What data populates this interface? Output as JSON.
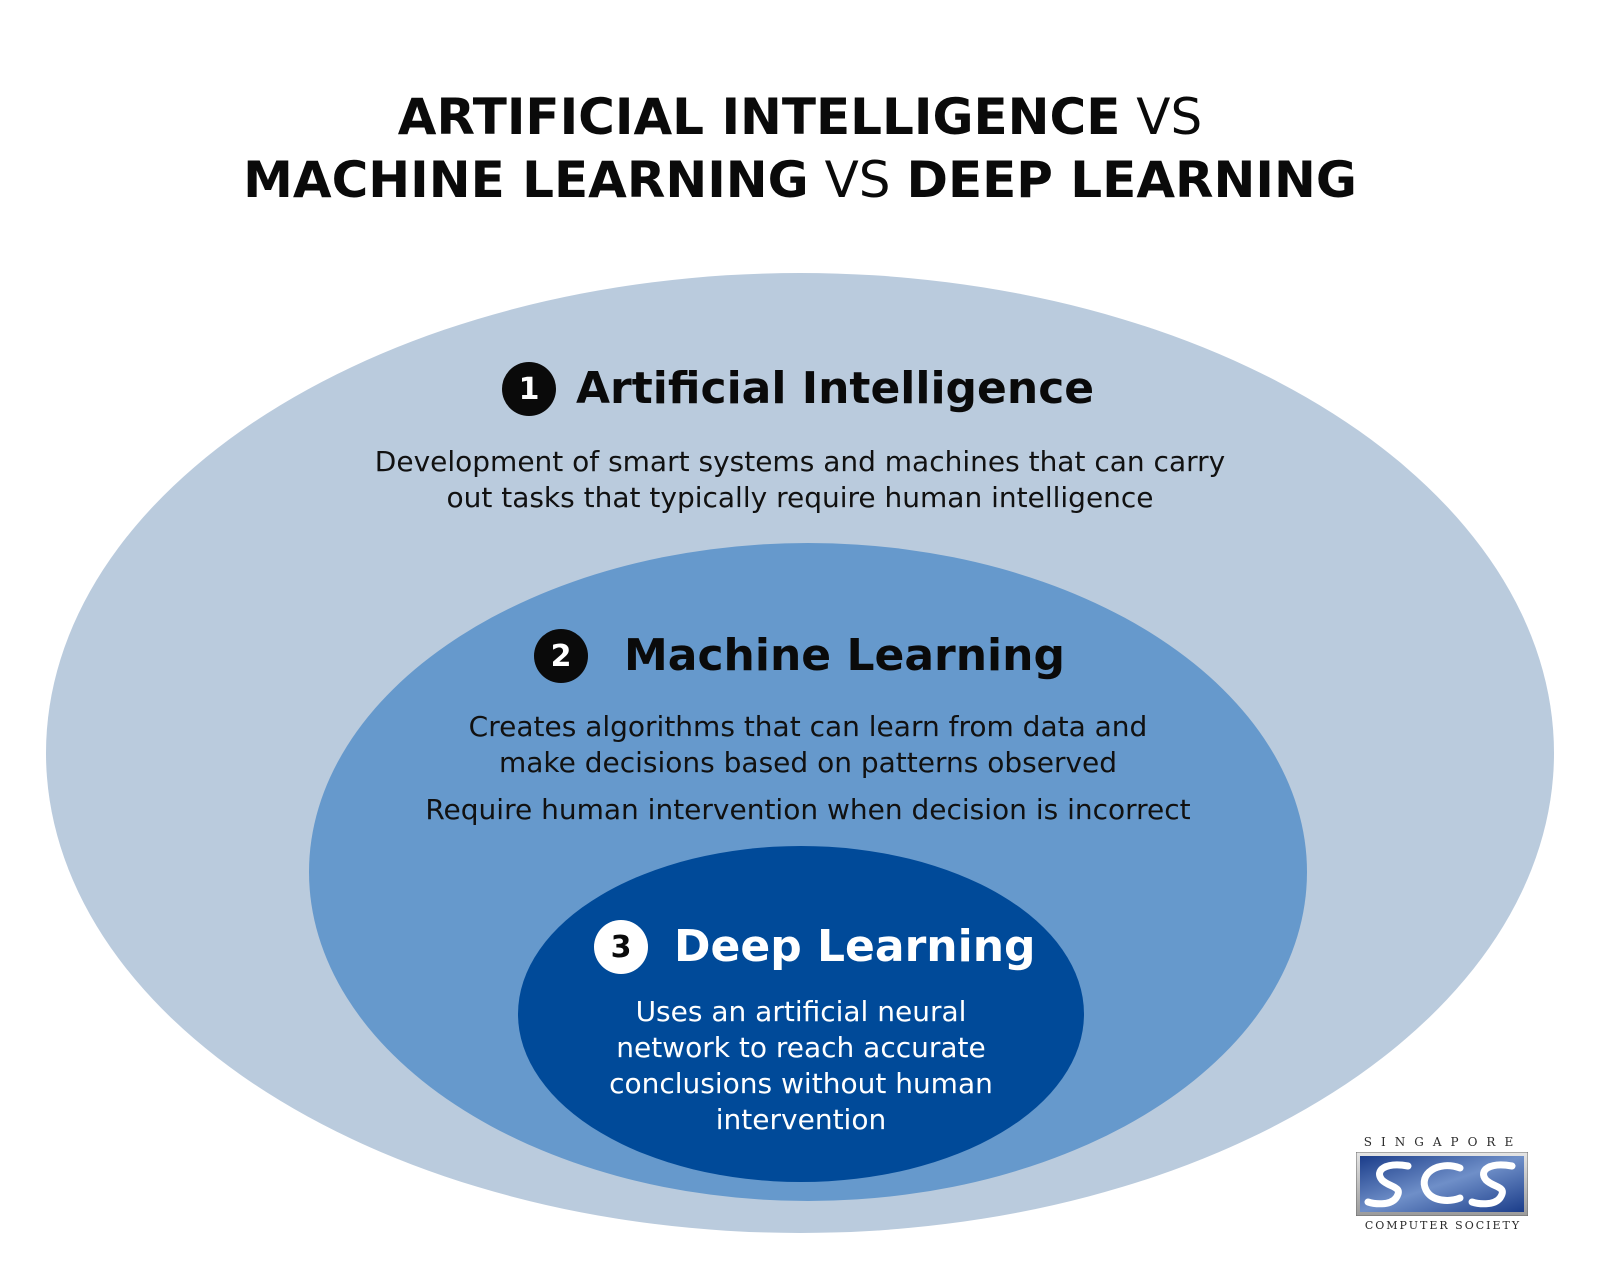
{
  "title": {
    "line1": {
      "part1": "ARTIFICIAL INTELLIGENCE",
      "part2": " VS"
    },
    "line2": {
      "part1": "MACHINE LEARNING",
      "part2": " VS ",
      "part3": "DEEP LEARNING"
    }
  },
  "layers": {
    "ai": {
      "number": "1",
      "title": "Artificial Intelligence",
      "description": [
        "Development of smart systems and machines that can carry",
        "out tasks that typically require human intelligence"
      ],
      "color": "#bacbdd"
    },
    "ml": {
      "number": "2",
      "title": "Machine Learning",
      "description": [
        "Creates algorithms that can learn from data and",
        "make decisions based on patterns observed"
      ],
      "note": "Require human intervention when decision is incorrect",
      "color": "#6699cc"
    },
    "dl": {
      "number": "3",
      "title": "Deep Learning",
      "description": [
        "Uses an artificial neural",
        "network to reach accurate",
        "conclusions without human",
        "intervention"
      ],
      "color": "#004a99"
    }
  },
  "logo": {
    "top_text": "SINGAPORE",
    "mark_text": "SCS",
    "bottom_text": "COMPUTER SOCIETY"
  }
}
